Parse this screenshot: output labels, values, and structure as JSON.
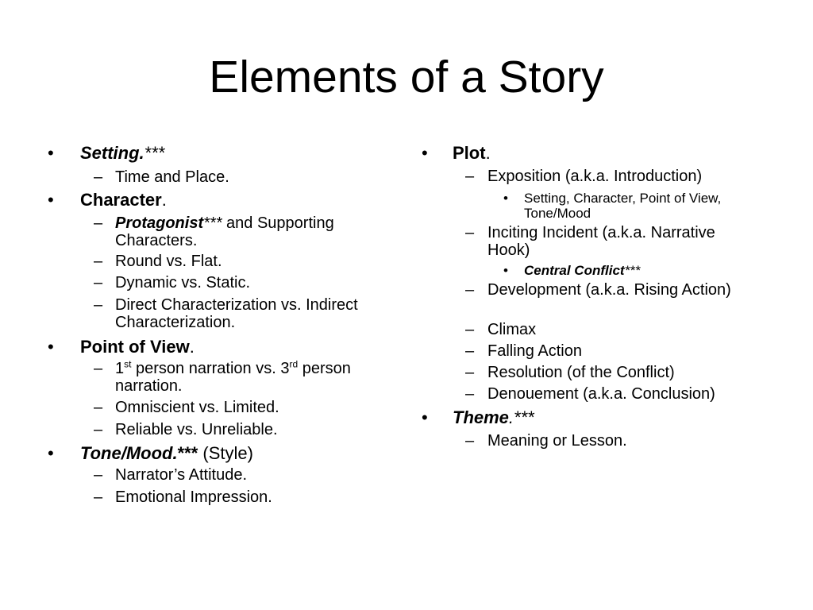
{
  "title": "Elements of a Story",
  "markers": {
    "bullet": "•",
    "dash": "–"
  },
  "left": {
    "setting": {
      "label": "Setting.",
      "stars": "***",
      "sub": [
        "Time and Place."
      ]
    },
    "character": {
      "label": "Character",
      "period": ".",
      "protagonist": "Protagonist",
      "protagonist_stars": "***",
      "protagonist_rest": " and Supporting Characters.",
      "sub": [
        "Round vs. Flat.",
        "Dynamic vs. Static.",
        "Direct Characterization vs. Indirect Characterization."
      ]
    },
    "pov": {
      "label": "Point of View",
      "period": ".",
      "first_num": "1",
      "first_sup": "st",
      "mid": " person narration vs. 3",
      "third_sup": "rd",
      "end": " person narration.",
      "sub": [
        "Omniscient vs. Limited.",
        "Reliable vs. Unreliable."
      ]
    },
    "tone": {
      "label": "Tone/Mood.",
      "stars": "***",
      "rest": " (Style)",
      "sub": [
        "Narrator’s Attitude.",
        "Emotional Impression."
      ]
    }
  },
  "right": {
    "plot": {
      "label": "Plot",
      "period": ".",
      "exposition": "Exposition (a.k.a. Introduction)",
      "exposition_sub": "Setting, Character, Point of View, Tone/Mood",
      "inciting": "Inciting Incident (a.k.a. Narrative Hook)",
      "inciting_sub": "Central Conflict",
      "inciting_sub_stars": "***",
      "rest": [
        "Development (a.k.a. Rising Action)",
        "Climax",
        "Falling Action",
        "Resolution (of the Conflict)",
        "Denouement (a.k.a. Conclusion)"
      ]
    },
    "theme": {
      "label": "Theme",
      "stars": ".***",
      "sub": [
        "Meaning or Lesson."
      ]
    }
  }
}
